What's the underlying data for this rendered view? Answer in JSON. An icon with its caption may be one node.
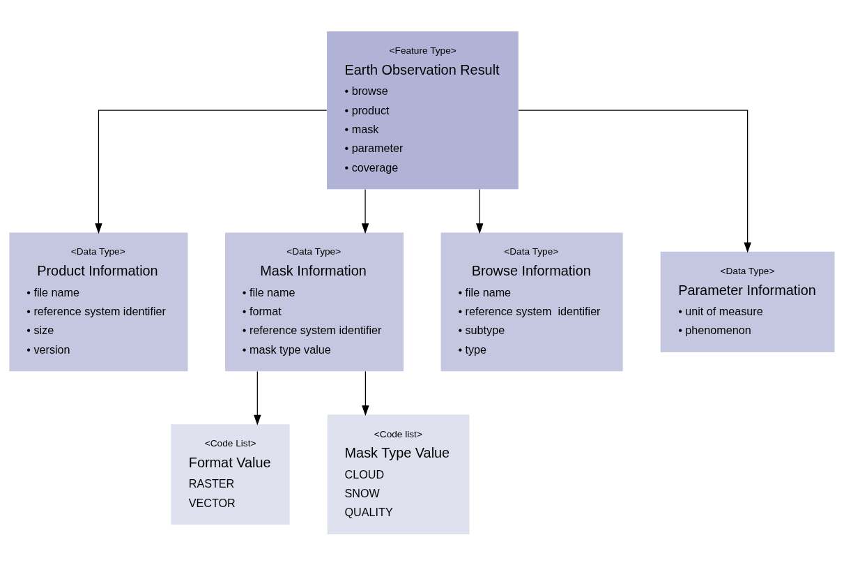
{
  "diagram": {
    "nodes": [
      {
        "text": [
          "<Feature Type>",
          "Earth Observation Result",
          "• browse",
          "• product",
          "• mask",
          "• parameter",
          "• coverage"
        ]
      },
      {
        "text": [
          "<Data Type>",
          "Product Information",
          "• file name",
          "• reference system identifier",
          "• size",
          "• version"
        ]
      },
      {
        "text": [
          "<Data Type>",
          "Mask Information",
          "• file name",
          "• format",
          "• reference system identifier",
          "• mask type value"
        ]
      },
      {
        "text": [
          "<Data Type>",
          "Browse Information",
          "• file name",
          "• reference system  identifier",
          "• subtype",
          "• type"
        ]
      },
      {
        "text": [
          "<Code List>",
          "Format Value",
          "RASTER",
          "VECTOR"
        ]
      },
      {
        "text": [
          "<Code list>",
          "Mask Type Value",
          "CLOUD",
          "SNOW",
          "QUALITY"
        ]
      },
      {
        "text": [
          "<Data Type>",
          "Parameter Information",
          "• unit of measure",
          "• phenomenon"
        ]
      }
    ],
    "edges": [
      {
        "from": 0,
        "to": 3,
        "arrow": "to"
      },
      {
        "from": 0,
        "to": 1,
        "arrow": "to"
      },
      {
        "from": 0,
        "to": 2,
        "arrow": "to"
      },
      {
        "from": 0,
        "to": 6,
        "arrow": "to"
      },
      {
        "from": 2,
        "to": 4,
        "arrow": "to"
      },
      {
        "from": 2,
        "to": 5,
        "arrow": "to"
      }
    ]
  }
}
